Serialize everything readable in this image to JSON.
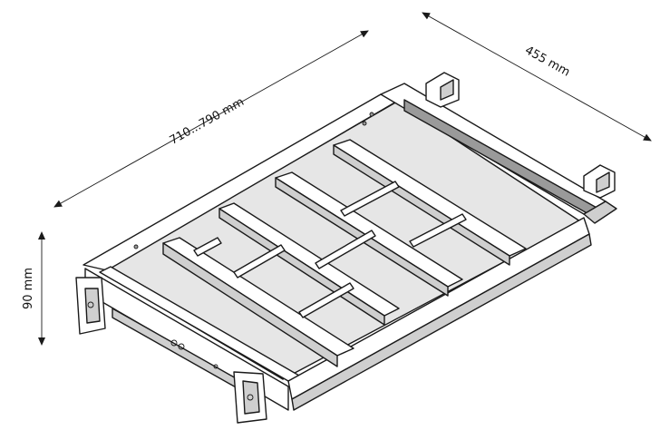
{
  "dimensions": {
    "length": "710...790 mm",
    "width": "455 mm",
    "height": "90 mm"
  },
  "colors": {
    "line": "#1a1a1a",
    "background": "#ffffff"
  }
}
